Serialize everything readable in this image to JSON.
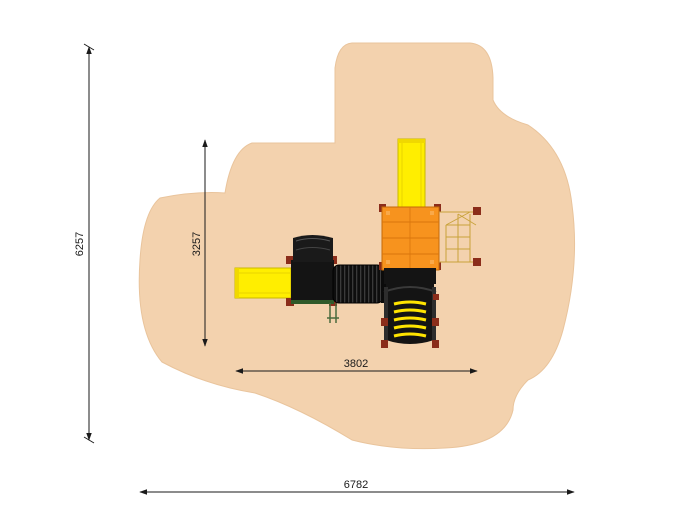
{
  "dimensions": {
    "overall_height": "6257",
    "overall_width": "6782",
    "inner_height": "3257",
    "inner_width": "3802"
  },
  "colors": {
    "safety_surface": "#f3d2ae",
    "slide": "#ffee00",
    "deck": "#f7931e",
    "tube": "#111111",
    "frame": "#8b2d1a",
    "stripe": "#ffe400"
  }
}
